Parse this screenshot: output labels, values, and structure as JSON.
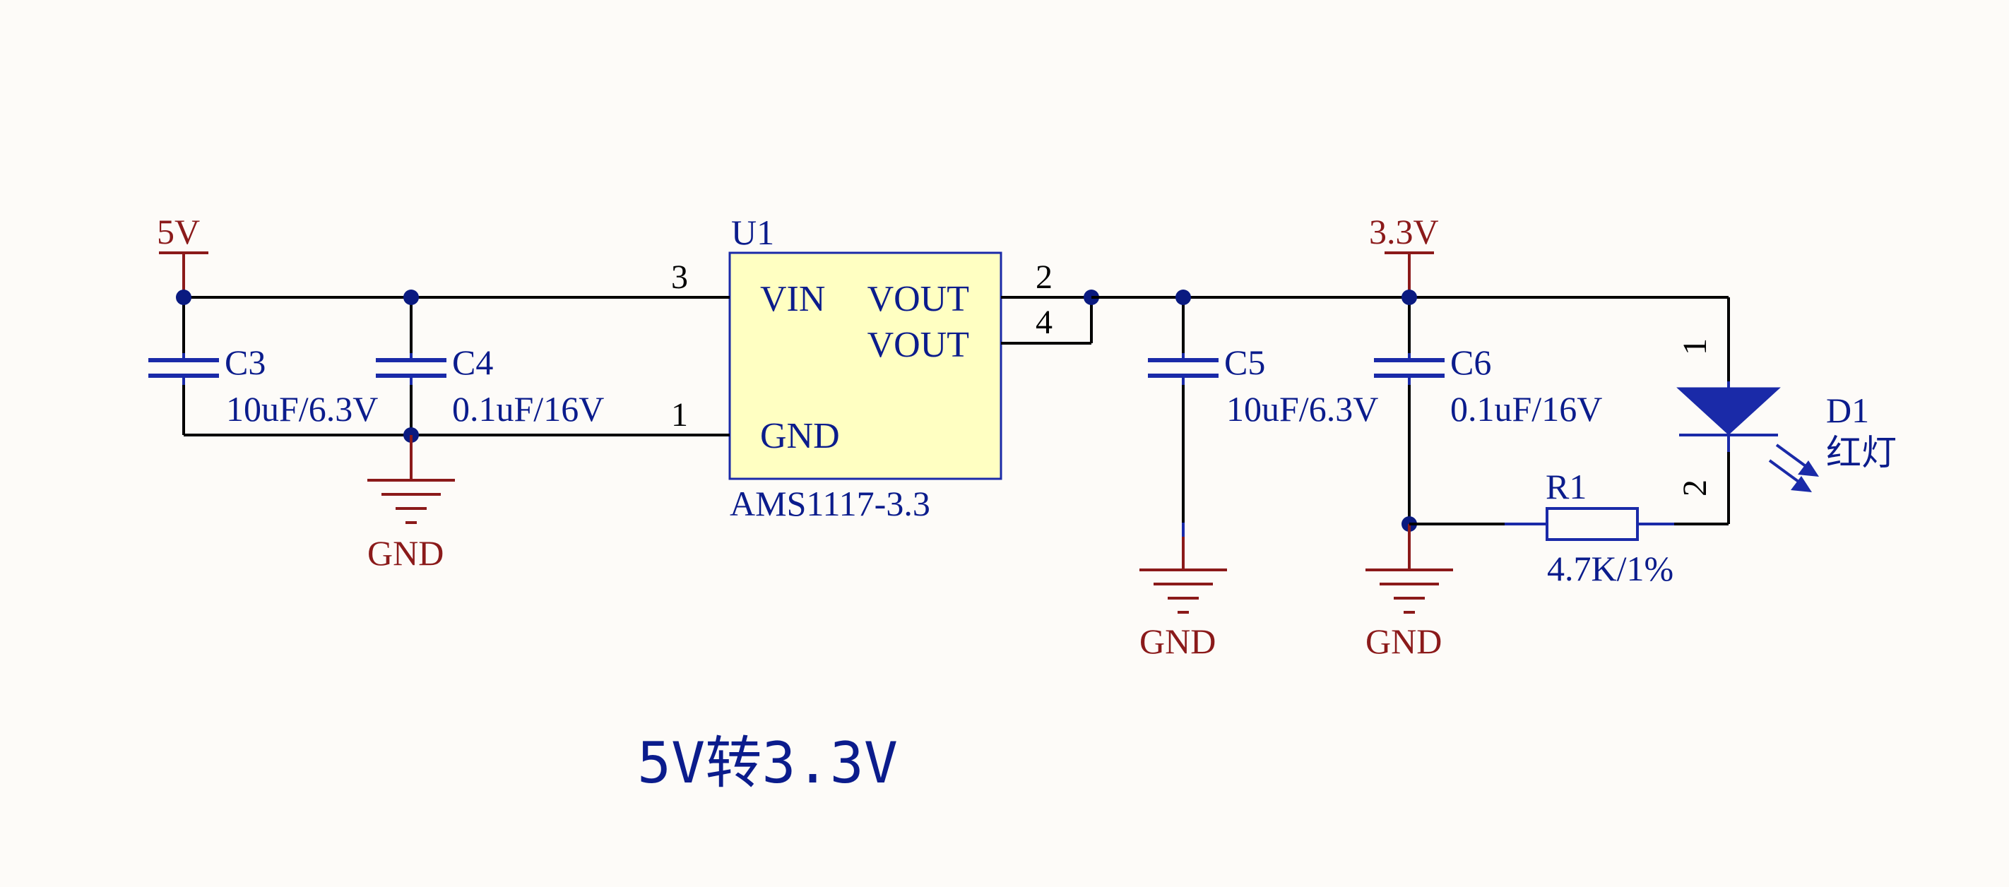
{
  "title": "5V转3.3V",
  "colors": {
    "wire": "#000000",
    "component": "#1a2aa8",
    "power": "#8b1a1a",
    "ic_fill": "#ffffc2",
    "background": "#fdfbf8"
  },
  "power": {
    "in_label": "5V",
    "out_label": "3.3V",
    "gnd_label": "GND"
  },
  "u1": {
    "ref": "U1",
    "part": "AMS1117-3.3",
    "pins": {
      "vin": "VIN",
      "vout1": "VOUT",
      "vout2": "VOUT",
      "gnd": "GND"
    },
    "pin_numbers": {
      "vin": "3",
      "vout1": "2",
      "vout2": "4",
      "gnd": "1"
    }
  },
  "c3": {
    "ref": "C3",
    "value": "10uF/6.3V"
  },
  "c4": {
    "ref": "C4",
    "value": "0.1uF/16V"
  },
  "c5": {
    "ref": "C5",
    "value": "10uF/6.3V"
  },
  "c6": {
    "ref": "C6",
    "value": "0.1uF/16V"
  },
  "r1": {
    "ref": "R1",
    "value": "4.7K/1%"
  },
  "d1": {
    "ref": "D1",
    "value": "红灯",
    "pin_a": "1",
    "pin_k": "2"
  }
}
